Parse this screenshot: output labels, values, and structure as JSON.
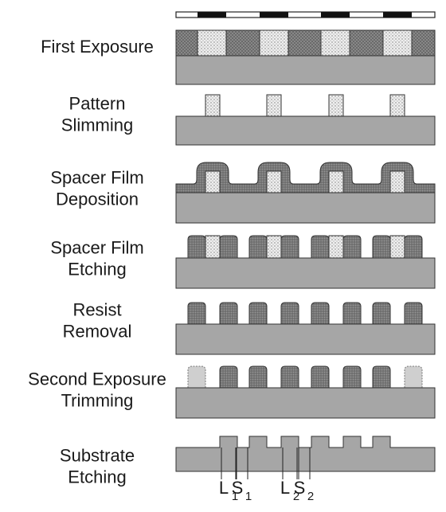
{
  "steps": [
    {
      "lines": [
        "First Exposure"
      ]
    },
    {
      "lines": [
        "Pattern",
        "Slimming"
      ]
    },
    {
      "lines": [
        "Spacer Film",
        "Deposition"
      ]
    },
    {
      "lines": [
        "Spacer Film",
        "Etching"
      ]
    },
    {
      "lines": [
        "Resist",
        "Removal"
      ]
    },
    {
      "lines": [
        "Second Exposure",
        "Trimming"
      ]
    },
    {
      "lines": [
        "Substrate",
        "Etching"
      ]
    }
  ],
  "dimensions": [
    {
      "letter": "L",
      "sub": "1"
    },
    {
      "letter": "S",
      "sub": "1"
    },
    {
      "letter": "L",
      "sub": "2"
    },
    {
      "letter": "S",
      "sub": "2"
    }
  ],
  "colors": {
    "substrate": "#a6a6a6",
    "resist": "#ededed",
    "spacer": "#808080",
    "exposed": "#9a9a9a",
    "trimmed": "#cfcfcf",
    "outline": "#3a3a3a",
    "mask_dark": "#111111"
  }
}
